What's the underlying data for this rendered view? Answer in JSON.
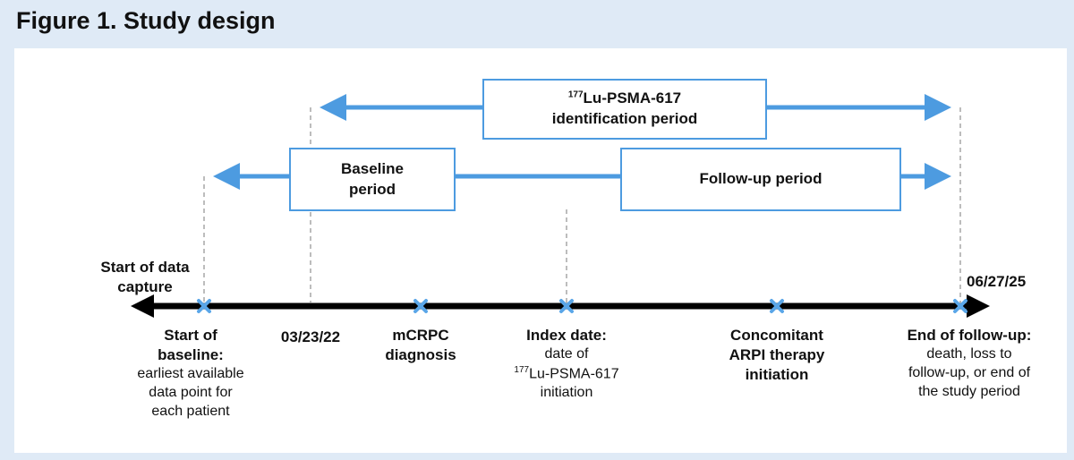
{
  "title": "Figure 1. Study design",
  "id_period": {
    "sup": "177",
    "line1": "Lu-PSMA-617",
    "line2": "identification period"
  },
  "baseline_period": {
    "line1": "Baseline",
    "line2": "period"
  },
  "followup_period": {
    "label": "Follow-up period"
  },
  "start_capture": {
    "line1": "Start of data",
    "line2": "capture"
  },
  "end_date": "06/27/25",
  "date_0323": "03/23/22",
  "markers": {
    "start_baseline": {
      "head1": "Start of",
      "head2": "baseline:",
      "lines": [
        "earliest available",
        "data point for",
        "each patient"
      ]
    },
    "mcrpc": {
      "head1": "mCRPC",
      "head2": "diagnosis"
    },
    "index": {
      "head1": "Index date:",
      "line1": "date of",
      "sup": "177",
      "line2": "Lu-PSMA-617",
      "line3": "initiation"
    },
    "arpi": {
      "head1": "Concomitant",
      "head2": "ARPI therapy",
      "head3": "initiation"
    },
    "end_followup": {
      "head1": "End of follow-up:",
      "lines": [
        "death, loss to",
        "follow-up, or end of",
        "the study period"
      ]
    }
  },
  "colors": {
    "accent": "#4d9be0",
    "timeline": "#000000",
    "marker": "#5aa6e8",
    "dashed": "#999999"
  }
}
